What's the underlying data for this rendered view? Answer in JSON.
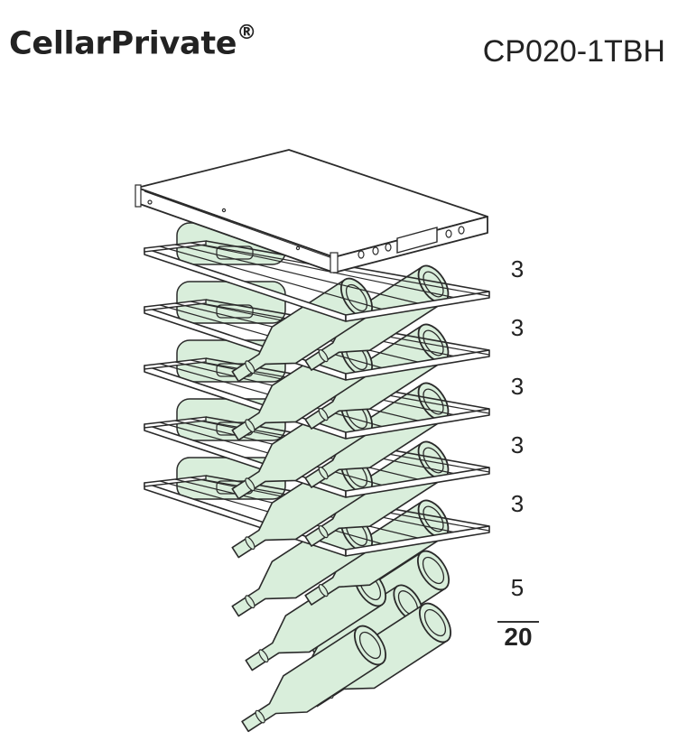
{
  "header": {
    "brand": "CellarPrivate",
    "brand_mark": "®",
    "model": "CP020-1TBH"
  },
  "diagram": {
    "capacity_levels": [
      {
        "label": "3",
        "bottles": 3
      },
      {
        "label": "3",
        "bottles": 3
      },
      {
        "label": "3",
        "bottles": 3
      },
      {
        "label": "3",
        "bottles": 3
      },
      {
        "label": "3",
        "bottles": 3
      },
      {
        "label": "5",
        "bottles": 5
      }
    ],
    "total_label": "20",
    "colors": {
      "bottle_fill": "#d9eedb",
      "outline": "#2a2a2a",
      "housing_fill": "#ffffff"
    }
  }
}
